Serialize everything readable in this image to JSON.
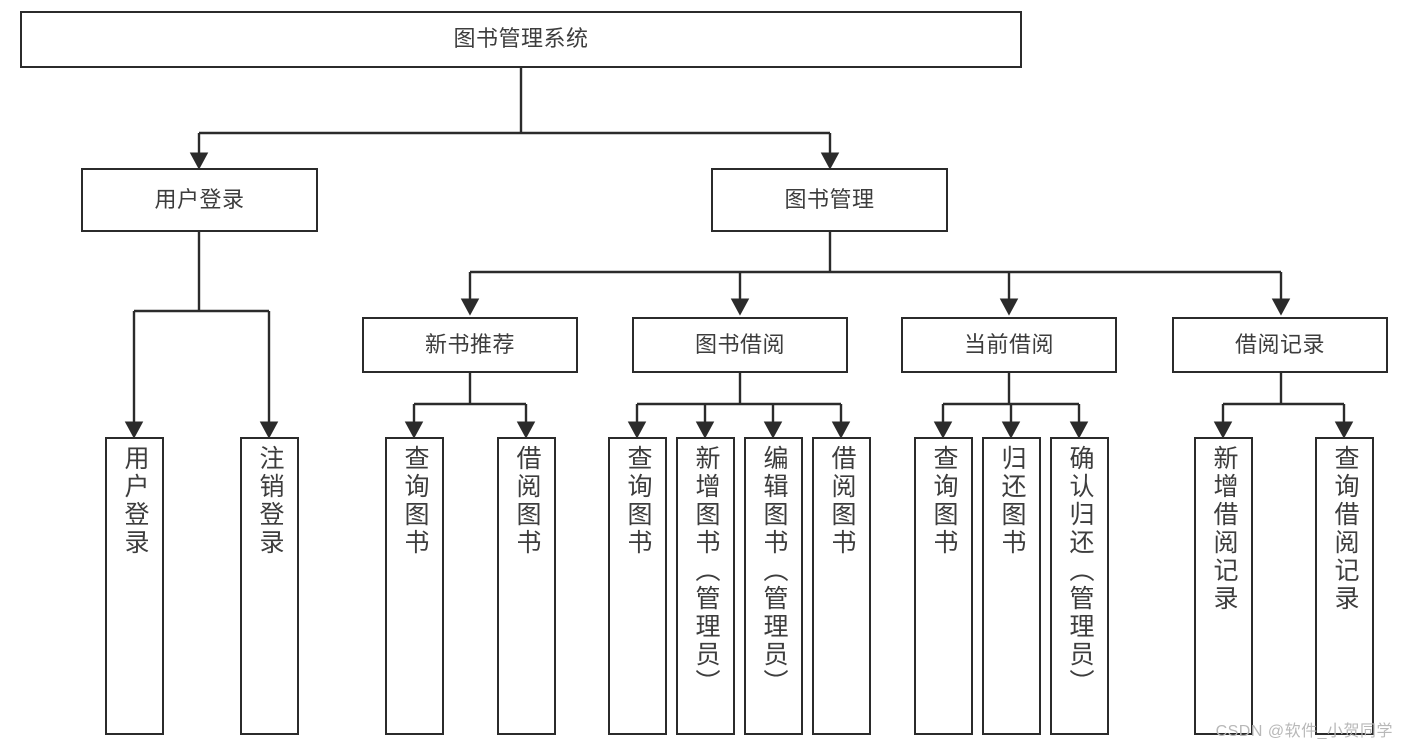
{
  "diagram": {
    "type": "tree",
    "title": "图书管理系统",
    "watermark": "CSDN @软件_小贺同学",
    "colors": {
      "box_border": "#2b2b2b",
      "text": "#3d3d3d",
      "connector": "#2b2b2b",
      "background": "#ffffff",
      "watermark": "#b8b8b8"
    },
    "root": {
      "id": "root",
      "label": "图书管理系统",
      "orientation": "horizontal"
    },
    "level1": [
      {
        "id": "user-login",
        "label": "用户登录",
        "orientation": "horizontal"
      },
      {
        "id": "book-management",
        "label": "图书管理",
        "orientation": "horizontal"
      }
    ],
    "level2": [
      {
        "id": "new-book-recommend",
        "label": "新书推荐",
        "orientation": "horizontal",
        "parent": "book-management"
      },
      {
        "id": "book-borrow",
        "label": "图书借阅",
        "orientation": "horizontal",
        "parent": "book-management"
      },
      {
        "id": "current-borrow",
        "label": "当前借阅",
        "orientation": "horizontal",
        "parent": "book-management"
      },
      {
        "id": "borrow-record",
        "label": "借阅记录",
        "orientation": "horizontal",
        "parent": "book-management"
      }
    ],
    "leaves": [
      {
        "id": "leaf-user-login",
        "label": "用户登录",
        "orientation": "vertical",
        "parent": "user-login"
      },
      {
        "id": "leaf-logout-login",
        "label": "注销登录",
        "orientation": "vertical",
        "parent": "user-login"
      },
      {
        "id": "leaf-query-book-1",
        "label": "查询图书",
        "orientation": "vertical",
        "parent": "new-book-recommend"
      },
      {
        "id": "leaf-borrow-book-1",
        "label": "借阅图书",
        "orientation": "vertical",
        "parent": "new-book-recommend"
      },
      {
        "id": "leaf-query-book-2",
        "label": "查询图书",
        "orientation": "vertical",
        "parent": "book-borrow"
      },
      {
        "id": "leaf-add-book",
        "label": "新增图书（管理员）",
        "orientation": "vertical",
        "parent": "book-borrow"
      },
      {
        "id": "leaf-edit-book",
        "label": "编辑图书（管理员）",
        "orientation": "vertical",
        "parent": "book-borrow"
      },
      {
        "id": "leaf-borrow-book-2",
        "label": "借阅图书",
        "orientation": "vertical",
        "parent": "book-borrow"
      },
      {
        "id": "leaf-query-book-3",
        "label": "查询图书",
        "orientation": "vertical",
        "parent": "current-borrow"
      },
      {
        "id": "leaf-return-book",
        "label": "归还图书",
        "orientation": "vertical",
        "parent": "current-borrow"
      },
      {
        "id": "leaf-confirm-return",
        "label": "确认归还（管理员）",
        "orientation": "vertical",
        "parent": "current-borrow"
      },
      {
        "id": "leaf-add-record",
        "label": "新增借阅记录",
        "orientation": "vertical",
        "parent": "borrow-record"
      },
      {
        "id": "leaf-query-record",
        "label": "查询借阅记录",
        "orientation": "vertical",
        "parent": "borrow-record"
      }
    ]
  }
}
